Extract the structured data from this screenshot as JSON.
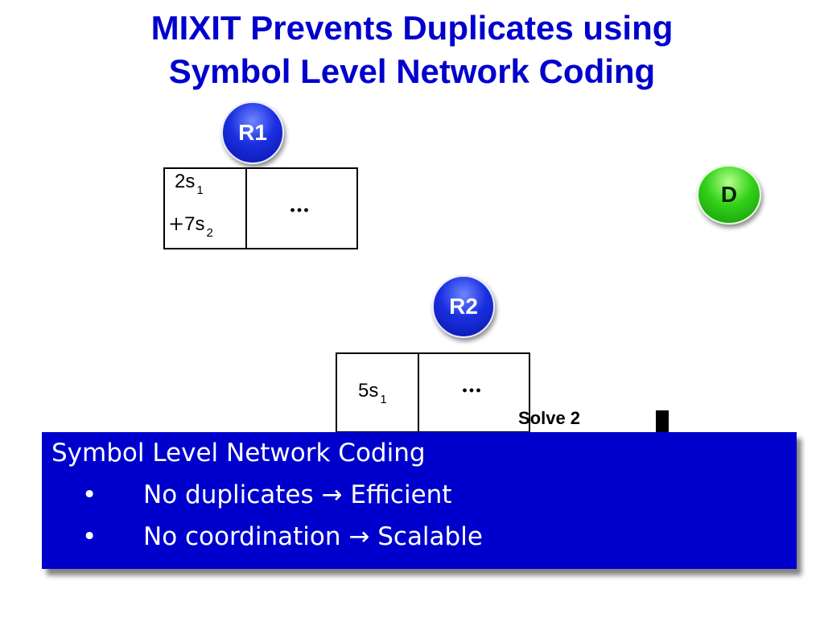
{
  "title": {
    "line1": "MIXIT Prevents Duplicates using",
    "line2": "Symbol Level Network Coding"
  },
  "nodes": {
    "r1": "R1",
    "r2": "R2",
    "d": "D"
  },
  "packet_r1": {
    "coef1": "2s",
    "sub1": "1",
    "plus": "+",
    "coef2": "7s",
    "sub2": "2",
    "dots": "…"
  },
  "packet_r2": {
    "coef1": "5s",
    "sub1": "1",
    "dots": "…"
  },
  "solve_text": "Solve 2",
  "callout": {
    "heading": "Symbol Level Network Coding",
    "bullet": "•",
    "arrow": "→",
    "items": [
      {
        "left": "No duplicates",
        "right": "Efficient"
      },
      {
        "left": "No coordination",
        "right": "Scalable"
      }
    ]
  },
  "colors": {
    "title": "#0000cc",
    "callout_bg": "#0000cc",
    "node_blue": "#1a2fe0",
    "node_green": "#33d21a"
  }
}
